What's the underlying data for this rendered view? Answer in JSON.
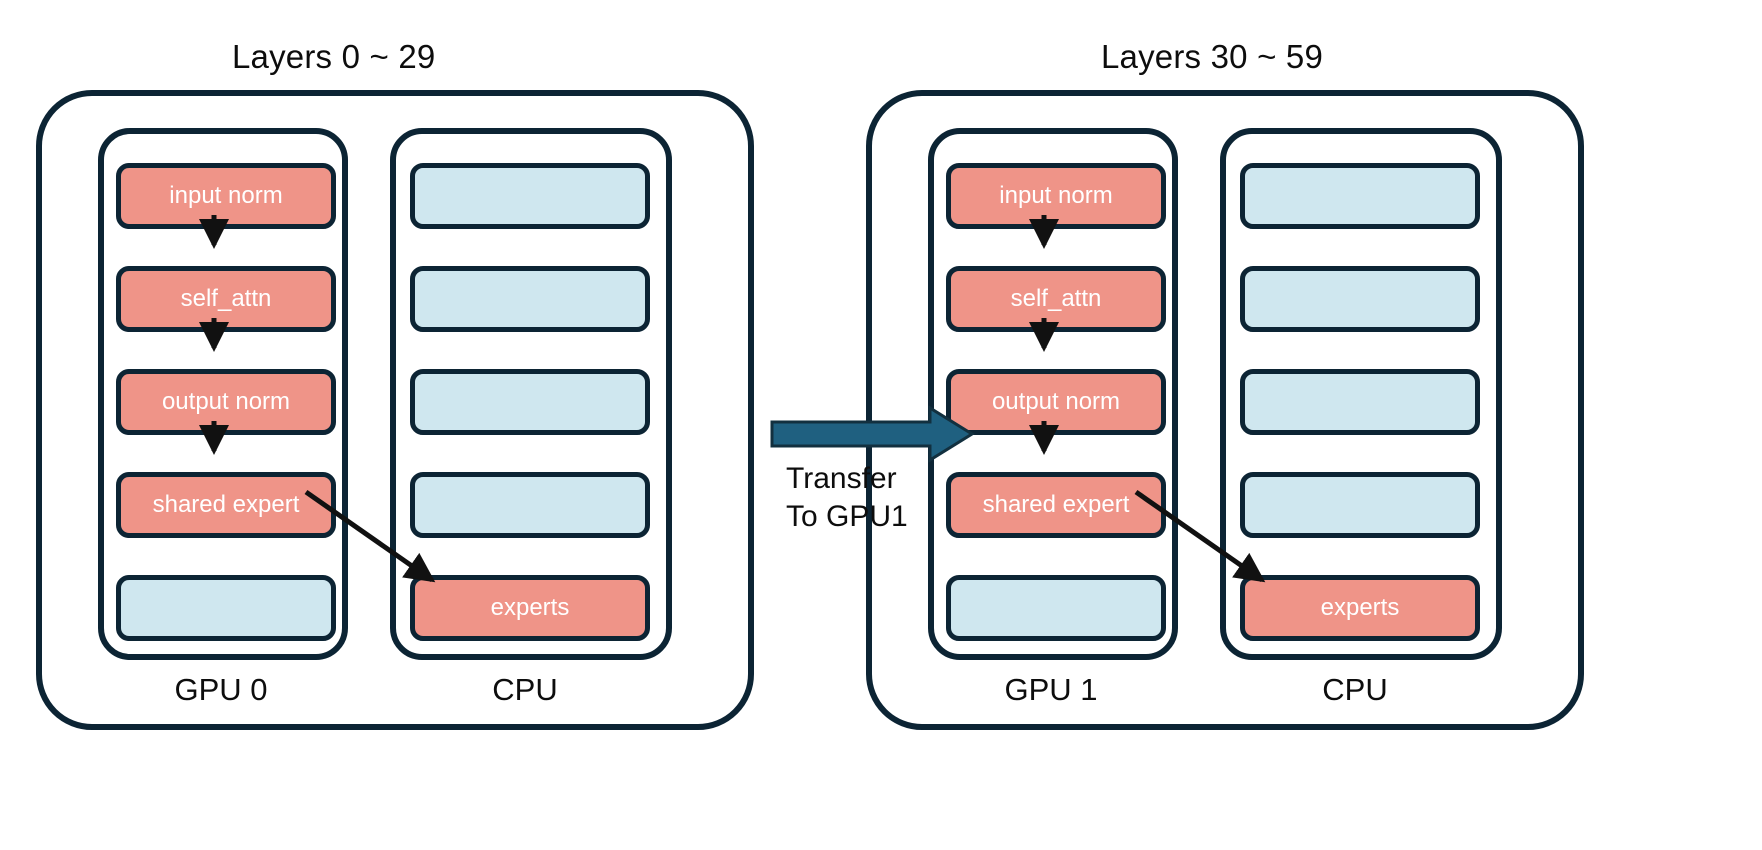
{
  "diagram": {
    "title_left": "Layers 0 ~ 29",
    "title_right": "Layers 30 ~ 59",
    "transfer_label": "Transfer\nTo GPU1",
    "colors": {
      "active_block": "#ef9488",
      "idle_block": "#cfe7ef",
      "outline": "#0c2434",
      "arrow_transfer": "#1f6080",
      "text_dark": "#0d0d0d",
      "text_on_block": "#ffffff",
      "background": "#ffffff"
    }
  },
  "left_group": {
    "title": "Layers 0 ~ 29",
    "gpu": {
      "label": "GPU 0",
      "blocks": [
        {
          "label": "input norm",
          "state": "active"
        },
        {
          "label": "self_attn",
          "state": "active"
        },
        {
          "label": "output norm",
          "state": "active"
        },
        {
          "label": "shared expert",
          "state": "active"
        },
        {
          "label": "",
          "state": "idle"
        }
      ]
    },
    "cpu": {
      "label": "CPU",
      "blocks": [
        {
          "label": "",
          "state": "idle"
        },
        {
          "label": "",
          "state": "idle"
        },
        {
          "label": "",
          "state": "idle"
        },
        {
          "label": "",
          "state": "idle"
        },
        {
          "label": "experts",
          "state": "active"
        }
      ]
    }
  },
  "right_group": {
    "title": "Layers 30 ~ 59",
    "gpu": {
      "label": "GPU 1",
      "blocks": [
        {
          "label": "input norm",
          "state": "active"
        },
        {
          "label": "self_attn",
          "state": "active"
        },
        {
          "label": "output norm",
          "state": "active"
        },
        {
          "label": "shared expert",
          "state": "active"
        },
        {
          "label": "",
          "state": "idle"
        }
      ]
    },
    "cpu": {
      "label": "CPU",
      "blocks": [
        {
          "label": "",
          "state": "idle"
        },
        {
          "label": "",
          "state": "idle"
        },
        {
          "label": "",
          "state": "idle"
        },
        {
          "label": "",
          "state": "idle"
        },
        {
          "label": "experts",
          "state": "active"
        }
      ]
    }
  },
  "flow": {
    "vertical_arrows": 3,
    "expert_dispatch_arrows": 2,
    "transfer_arrow": {
      "from": "GPU 0",
      "to": "GPU 1",
      "label": "Transfer\nTo GPU1"
    }
  }
}
